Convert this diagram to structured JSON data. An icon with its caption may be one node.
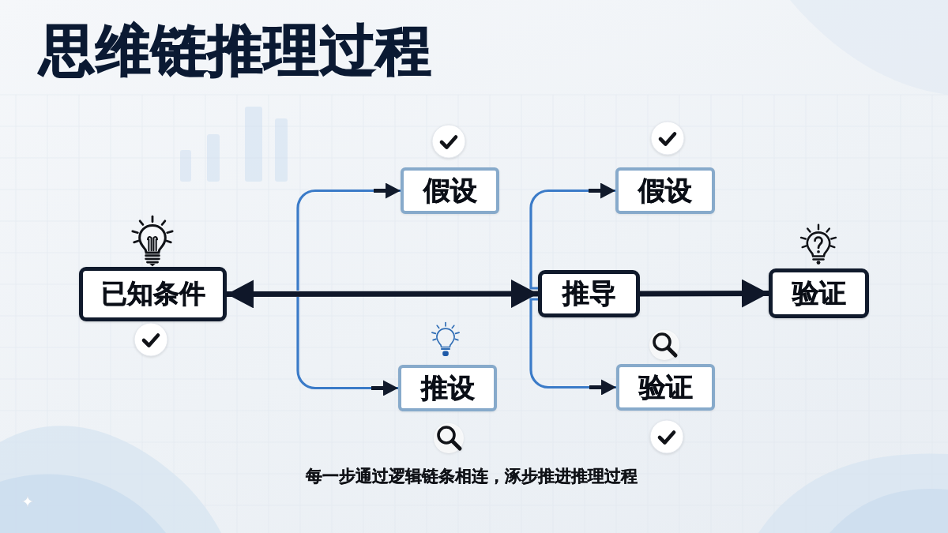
{
  "diagram": {
    "title": "思维链推理过程",
    "caption": "每一步通过逻辑链条相连，涿步推进推理过程",
    "nodes": [
      {
        "text": [
          "已知条件"
        ]
      },
      {
        "text": [
          "假设"
        ]
      },
      {
        "text": [
          "推设"
        ]
      },
      {
        "text": [
          "推导"
        ]
      },
      {
        "text": [
          "假设"
        ]
      },
      {
        "text": [
          "验证"
        ]
      },
      {
        "text": [
          "验证"
        ]
      }
    ],
    "edges": [
      {
        "from": 0,
        "to": 3,
        "arrow": "both",
        "style": "thick",
        "color": "#0f1729"
      },
      {
        "from": null,
        "to": 1,
        "arrow": "to"
      },
      {
        "from": null,
        "to": 2,
        "arrow": "to"
      },
      {
        "from": 3,
        "to": 4,
        "arrow": "to"
      },
      {
        "from": 3,
        "to": 5,
        "arrow": "to"
      },
      {
        "from": 3,
        "to": 6,
        "arrow": "to",
        "style": "thick",
        "color": "#0f1729"
      }
    ]
  }
}
